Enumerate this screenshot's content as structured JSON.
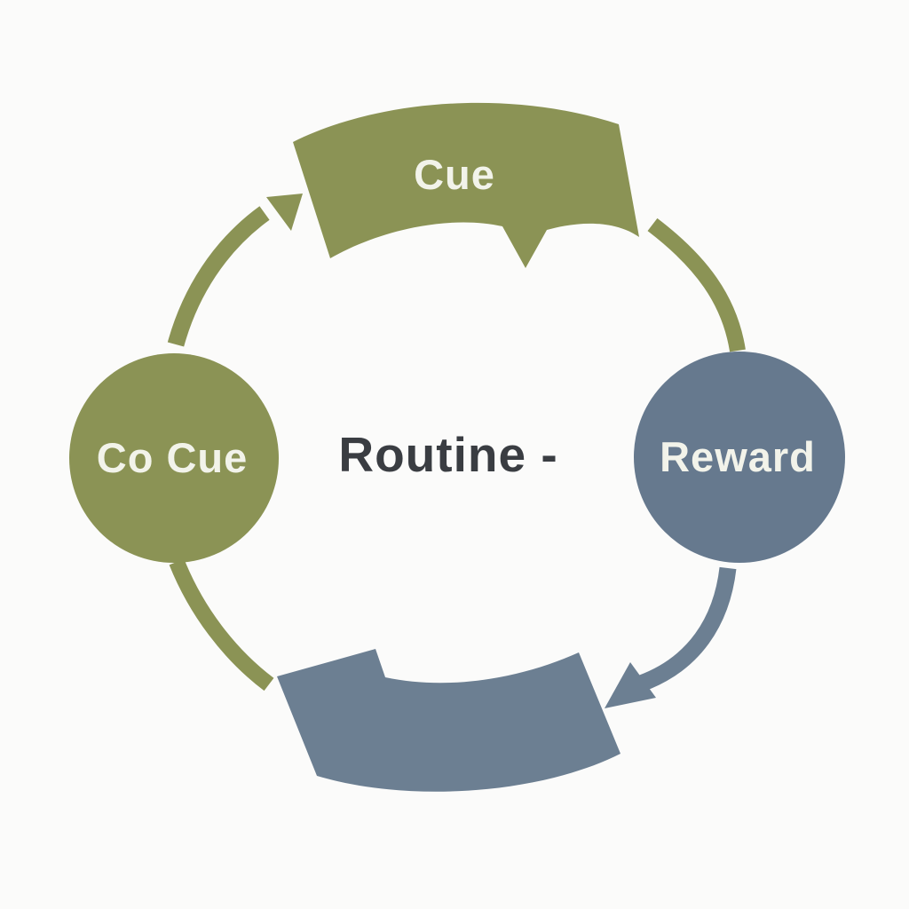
{
  "diagram": {
    "type": "cycle",
    "center_label": "Routine -",
    "nodes": [
      {
        "id": "cue",
        "label": "Cue",
        "shape": "curved-band",
        "position": "top",
        "color": "#8b9355"
      },
      {
        "id": "reward",
        "label": "Reward",
        "shape": "circle",
        "position": "right",
        "color": "#66798e"
      },
      {
        "id": "routine",
        "label": "",
        "shape": "curved-band",
        "position": "bottom",
        "color": "#6c7f92"
      },
      {
        "id": "co-cue",
        "label": "Co Cue",
        "shape": "circle",
        "position": "left",
        "color": "#8b9355"
      }
    ],
    "edges": [
      {
        "from": "co-cue",
        "to": "cue",
        "style": "arrow",
        "color": "#8b9355"
      },
      {
        "from": "cue",
        "to": "reward",
        "style": "arc",
        "color": "#8b9355"
      },
      {
        "from": "reward",
        "to": "routine",
        "style": "arrow",
        "color": "#6c7f92"
      },
      {
        "from": "routine",
        "to": "co-cue",
        "style": "arc",
        "color": "#8b9355"
      }
    ]
  },
  "colors": {
    "olive": "#8b9355",
    "slate": "#6c7f92",
    "slate_circle": "#66798e",
    "background": "#fbfbfa",
    "label_light": "#f2f3ea",
    "label_dark": "#3a3d42"
  }
}
